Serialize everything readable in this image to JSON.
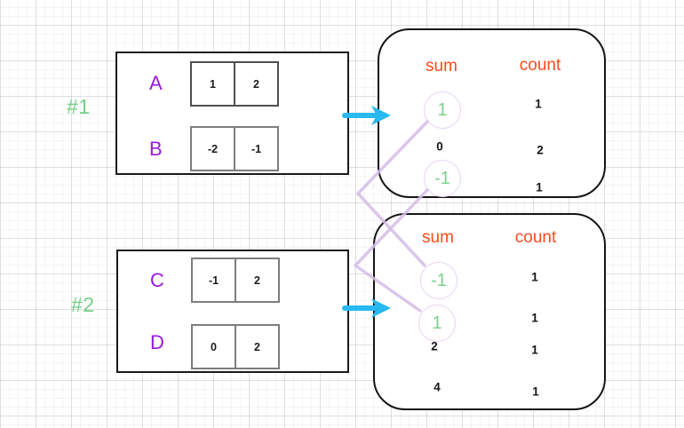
{
  "colors": {
    "green": "#74cf87",
    "purple": "#9a18dd",
    "orange": "#fb4a1a",
    "cyan": "#29b9f1",
    "lavender": "#d5bce7",
    "box_border": "#1a1a1a",
    "cell_border": "#7d7d7d"
  },
  "groups": [
    {
      "id": "#1",
      "arrays": [
        {
          "name": "A",
          "cells": [
            "1",
            "2"
          ]
        },
        {
          "name": "B",
          "cells": [
            "-2",
            "-1"
          ]
        }
      ],
      "table": {
        "sum_header": "sum",
        "count_header": "count",
        "rows": [
          {
            "sum": "1",
            "count": "1",
            "circled": true
          },
          {
            "sum": "0",
            "count": "2",
            "circled": false
          },
          {
            "sum": "-1",
            "count": "1",
            "circled": true
          }
        ]
      }
    },
    {
      "id": "#2",
      "arrays": [
        {
          "name": "C",
          "cells": [
            "-1",
            "2"
          ]
        },
        {
          "name": "D",
          "cells": [
            "0",
            "2"
          ]
        }
      ],
      "table": {
        "sum_header": "sum",
        "count_header": "count",
        "rows": [
          {
            "sum": "-1",
            "count": "1",
            "circled": true
          },
          {
            "sum": "1",
            "count": "1",
            "circled": true
          },
          {
            "sum": "2",
            "count": "1",
            "circled": false
          },
          {
            "sum": "4",
            "count": "1",
            "circled": false
          }
        ]
      }
    }
  ],
  "connections": [
    {
      "from": {
        "group": "#1",
        "sum": "1"
      },
      "to": {
        "group": "#2",
        "sum": "-1"
      }
    },
    {
      "from": {
        "group": "#1",
        "sum": "-1"
      },
      "to": {
        "group": "#2",
        "sum": "1"
      }
    }
  ]
}
